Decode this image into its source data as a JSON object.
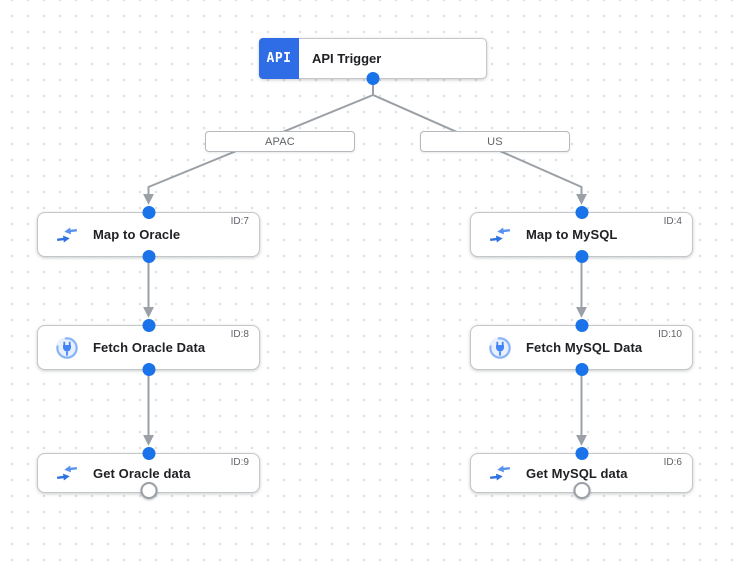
{
  "trigger": {
    "icon_text": "API",
    "label": "API Trigger",
    "icon": "api-trigger-icon"
  },
  "branches": [
    {
      "label": "APAC"
    },
    {
      "label": "US"
    }
  ],
  "nodes": [
    {
      "id_label": "ID:7",
      "label": "Map to Oracle",
      "icon": "data-mapping-icon"
    },
    {
      "id_label": "ID:8",
      "label": "Fetch Oracle Data",
      "icon": "connectors-plug-icon"
    },
    {
      "id_label": "ID:9",
      "label": "Get Oracle data",
      "icon": "data-mapping-icon"
    },
    {
      "id_label": "ID:4",
      "label": "Map to MySQL",
      "icon": "data-mapping-icon"
    },
    {
      "id_label": "ID:10",
      "label": "Fetch MySQL Data",
      "icon": "connectors-plug-icon"
    },
    {
      "id_label": "ID:6",
      "label": "Get MySQL data",
      "icon": "data-mapping-icon"
    }
  ],
  "colors": {
    "accent_blue": "#1a73e8",
    "api_badge_blue": "#2e6de5",
    "icon_blue_dark": "#2f72e0",
    "icon_blue_light": "#5a92f0",
    "connector_ring_blue": "#8ab4f8",
    "edge_gray": "#9aa0a6",
    "node_border": "#c3c7cb",
    "text_primary": "#202124",
    "text_secondary": "#5f6368",
    "grid_dot": "#dfe1e3"
  }
}
